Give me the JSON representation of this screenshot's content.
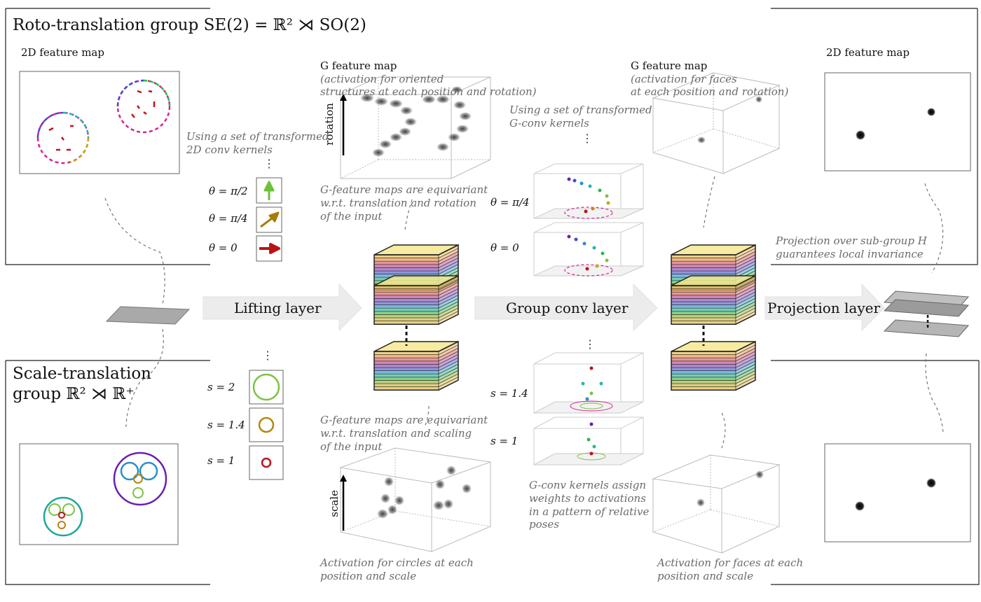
{
  "sections": {
    "roto": {
      "title": "Roto-translation group SE(2) = ℝ² ⋊ SO(2)"
    },
    "scale": {
      "title": "Scale-translation\ngroup ℝ² ⋊ ℝ⁺"
    }
  },
  "labels": {
    "feature_map_2d_top": "2D feature map",
    "feature_map_2d_right": "2D feature map",
    "g_feature_map_left_bold": "G feature map",
    "g_feature_map_left_note": "(activation for oriented\nstructures at each position and rotation)",
    "g_feature_map_right_bold": "G feature map",
    "g_feature_map_right_note": "(activation for faces\nat each position and rotation)",
    "rotation_axis": "rotation",
    "scale_axis": "scale"
  },
  "notes": {
    "transformed_2d_kernels": "Using a set of transformed\n2D conv kernels",
    "transformed_gconv_kernels": "Using a set of transformed\nG-conv kernels",
    "equivariant_rotation": "G-feature maps are equivariant\nw.r.t. translation and rotation\nof the input",
    "equivariant_scaling": "G-feature maps are equivariant\nw.r.t. translation and scaling\nof the input",
    "projection_invariance": "Projection over sub-group H\nguarantees local invariance",
    "gconv_weights": "G-conv kernels assign\nweights to activations\nin a pattern of relative\nposes",
    "activation_circles": "Activation for circles at each\nposition and scale",
    "activation_faces": "Activation for faces at each\nposition and scale"
  },
  "layers": {
    "lifting": "Lifting layer",
    "group_conv": "Group conv layer",
    "projection": "Projection layer"
  },
  "params": {
    "theta_pi2": "θ = π/2",
    "theta_pi4": "θ = π/4",
    "theta_0": "θ = 0",
    "theta_pi4_g": "θ = π/4",
    "theta_0_g": "θ = 0",
    "s2": "s = 2",
    "s14": "s = 1.4",
    "s1": "s = 1",
    "s14_g": "s = 1.4",
    "s1_g": "s = 1"
  },
  "ellipsis": "⋮",
  "colors": {
    "arrow_fill": "#ececec",
    "green_arrow": "#6cc13a",
    "gold_arrow": "#a87c0a",
    "red_arrow": "#b81414",
    "circle_green": "#7cc242",
    "circle_gold": "#b8860b",
    "circle_red": "#c0121b",
    "face_purple": "#6a1fb0",
    "face_teal": "#1fa896",
    "face_blue": "#2a8fc9"
  }
}
